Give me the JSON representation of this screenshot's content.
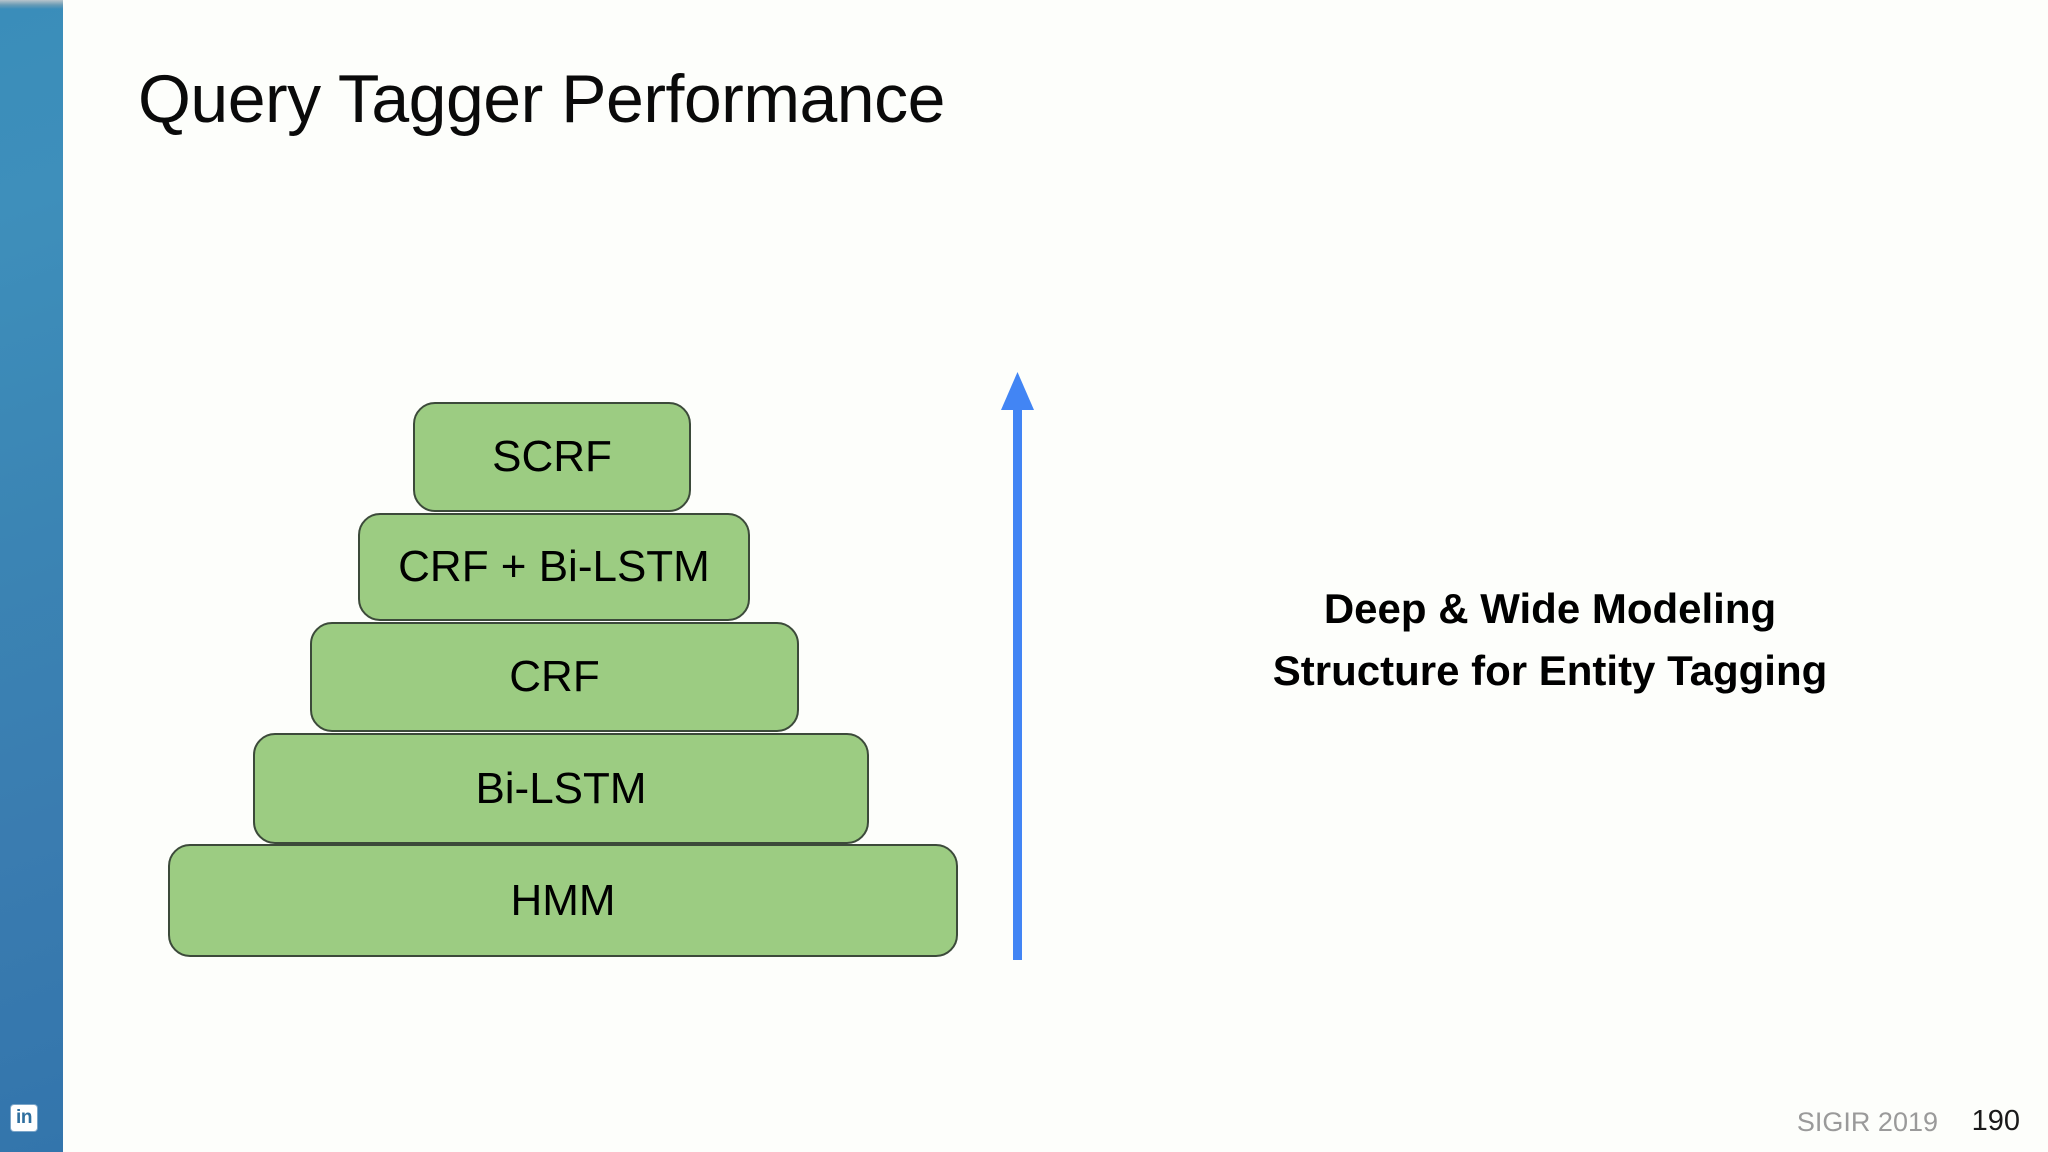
{
  "slide": {
    "title": "Query Tagger Performance",
    "background_color": "#fdfefb"
  },
  "sidebar": {
    "accent_color": "#3a8dba",
    "logo": {
      "name": "linkedin-logo",
      "text": "in",
      "color": "#2f6f9f"
    }
  },
  "pyramid": {
    "fill_color": "#9ccc82",
    "border_color": "#3c4a3a",
    "levels": [
      {
        "label": "SCRF"
      },
      {
        "label": "CRF + Bi-LSTM"
      },
      {
        "label": "CRF"
      },
      {
        "label": "Bi-LSTM"
      },
      {
        "label": "HMM"
      }
    ]
  },
  "arrow": {
    "name": "up-arrow-icon",
    "direction": "up",
    "color": "#4285f4"
  },
  "caption": {
    "line1": "Deep & Wide Modeling",
    "line2": "Structure for Entity Tagging"
  },
  "footer": {
    "conference": "SIGIR 2019",
    "page_number": "190"
  }
}
